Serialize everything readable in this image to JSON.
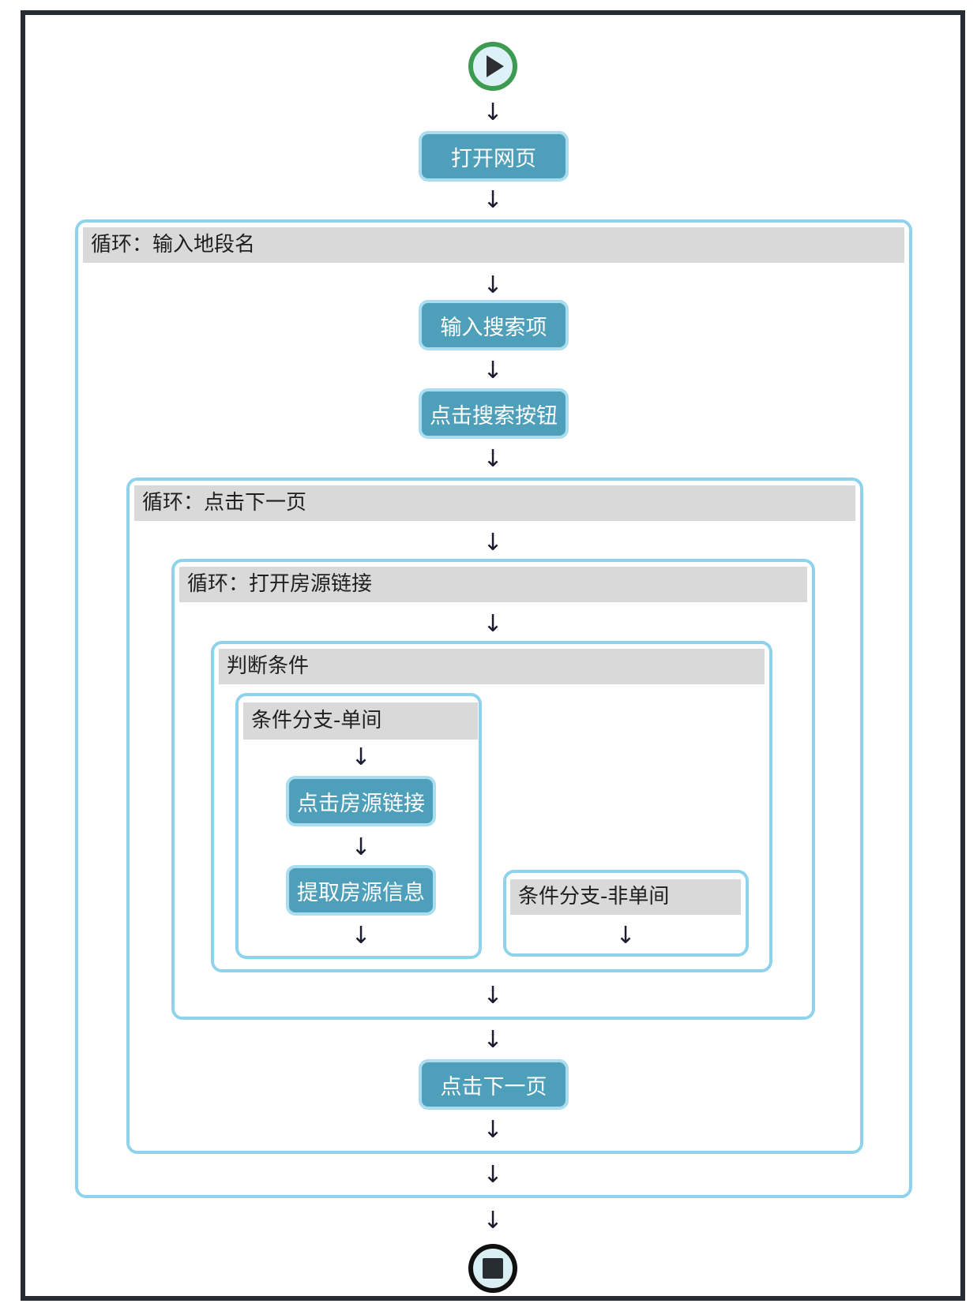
{
  "flowchart": {
    "icons": {
      "arrow_down": "↓"
    },
    "steps": {
      "open_page": {
        "label": "打开网页"
      },
      "input_search": {
        "label": "输入搜索项"
      },
      "click_search": {
        "label": "点击搜索按钮"
      },
      "click_listing": {
        "label": "点击房源链接"
      },
      "extract_info": {
        "label": "提取房源信息"
      },
      "click_next_page": {
        "label": "点击下一页"
      }
    },
    "containers": {
      "loop_input_district": {
        "label": "循环：输入地段名"
      },
      "loop_click_next": {
        "label": "循环：点击下一页"
      },
      "loop_open_listing": {
        "label": "循环：打开房源链接"
      },
      "condition": {
        "label": "判断条件"
      },
      "branch_single_room": {
        "label": "条件分支-单间"
      },
      "branch_not_single_room": {
        "label": "条件分支-非单间"
      }
    },
    "colors": {
      "frame": "#272c33",
      "container_border": "#8ed2ec",
      "header_bg": "#d9d9d9",
      "header_text": "#1f1f1f",
      "step_bg": "#4e9fba",
      "step_border": "#a9ddef",
      "step_text": "#ffffff",
      "arrow": "#1b1c30",
      "start_ring": "#3c9b51",
      "end_ring": "#101010",
      "terminal_fill": "#ddf2f6",
      "glyph_dark": "#282c33"
    }
  }
}
